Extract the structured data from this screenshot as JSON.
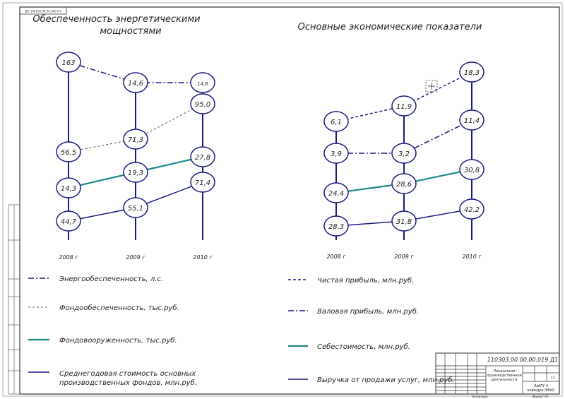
{
  "stamp": {
    "code": "ДП 140100.00.00.000 ПЗ"
  },
  "left": {
    "title_line1": "Обеспеченность энергетическими",
    "title_line2": "мощностями",
    "years": [
      "2008 г",
      "2009 г",
      "2010 г"
    ],
    "nodes": {
      "energy": [
        "163",
        "14,6",
        "14,6"
      ],
      "fondo_obesp": [
        "56,5",
        "71,3",
        "95,0"
      ],
      "fondovoor": [
        "14,3",
        "19,3",
        "27,8"
      ],
      "avg_cost": [
        "44,7",
        "55,1",
        "71,4"
      ]
    },
    "legend": [
      {
        "label": "Энергообеспеченность, л.с."
      },
      {
        "label": "Фондообеспеченность, тыс.руб."
      },
      {
        "label": "Фондовооруженность, тыс.руб."
      },
      {
        "label_line1": "Среднегодовая стоимость основных",
        "label_line2": "производственных фондов, млн.руб."
      }
    ]
  },
  "right": {
    "title": "Основные экономические показатели",
    "years": [
      "2008 г",
      "2009 г",
      "2010 г"
    ],
    "nodes": {
      "net_profit": [
        "6,1",
        "11,9",
        "18,3"
      ],
      "gross_profit": [
        "3,9",
        "3,2",
        "11,4"
      ],
      "cost": [
        "24,4",
        "28,6",
        "30,8"
      ],
      "revenue": [
        "28,3",
        "31,8",
        "42,2"
      ]
    },
    "legend": [
      {
        "label": "Чистая прибыль, млн.руб."
      },
      {
        "label": "Валовая прибыль, млн.руб."
      },
      {
        "label": "Себестоимость, млн.руб."
      },
      {
        "label": "Выручка от продажи услуг, млн.руб."
      }
    ]
  },
  "title_block": {
    "code": "110303.00.00.00.019 Д1",
    "name_line1": "Показатели",
    "name_line2": "производственной",
    "name_line3": "деятельности",
    "sheet": "11",
    "org_line1": "ЗабГУ 4",
    "org_line2": "кафедра (МиУ)",
    "format": "Копировал",
    "format2": "Формат А1"
  },
  "colors": {
    "line": "#1a1a80",
    "teal": "#1f8a8a",
    "frame": "#444444"
  }
}
